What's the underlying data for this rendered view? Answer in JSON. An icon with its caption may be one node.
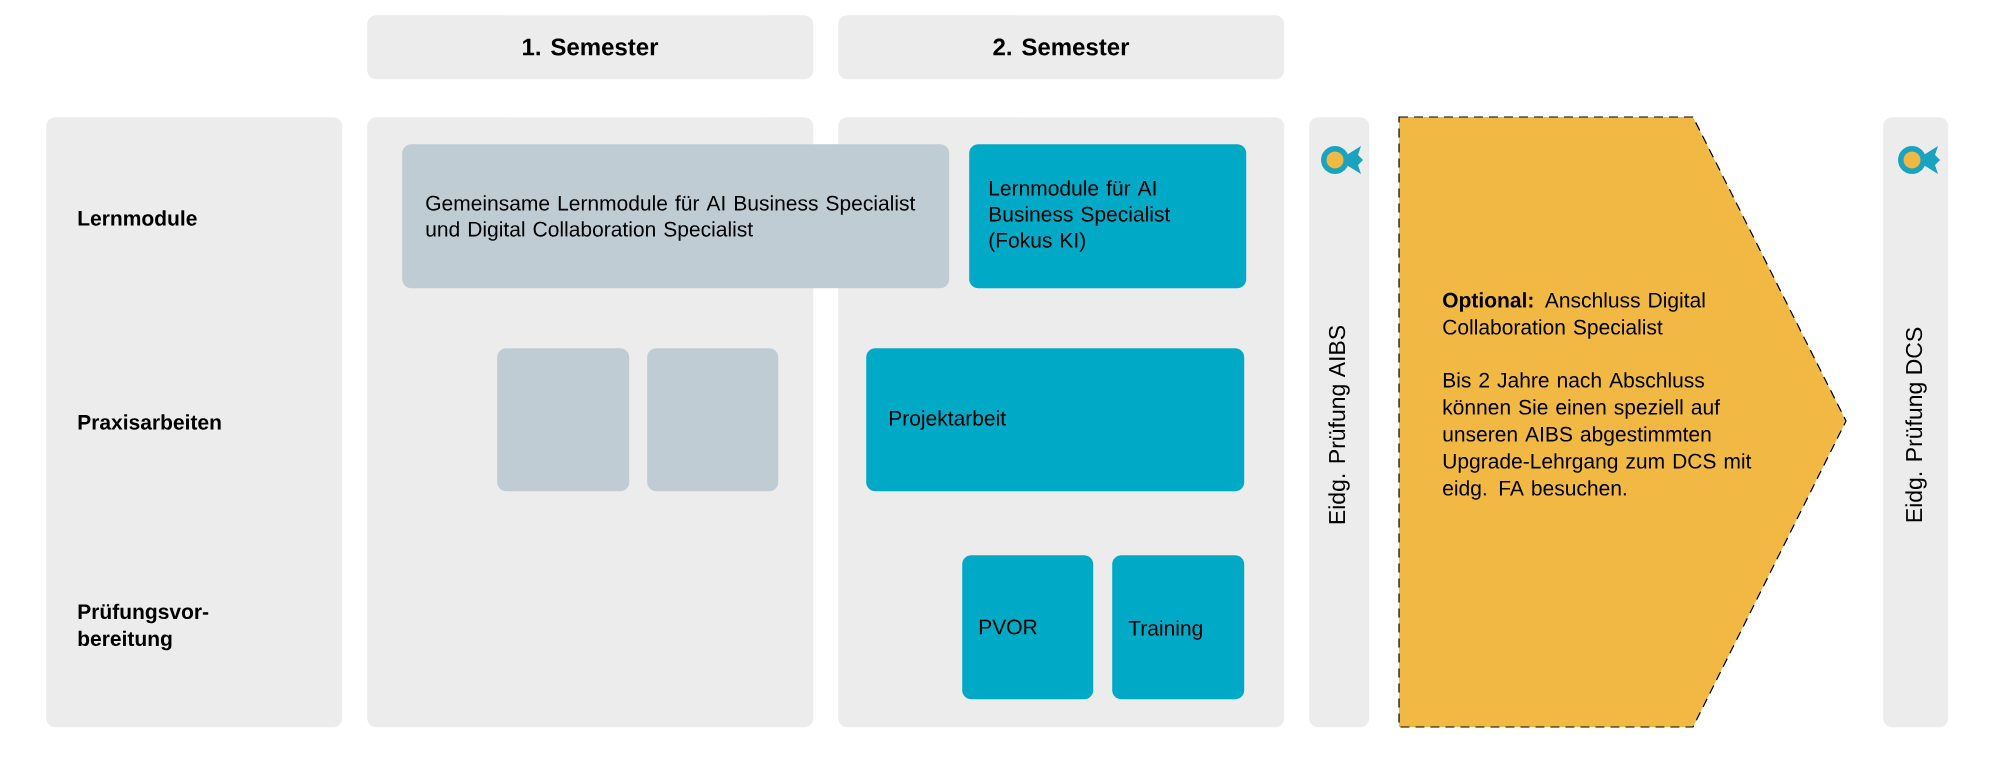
{
  "diagram": {
    "nodes": [
      {
        "text": [
          "1. Semester"
        ]
      },
      {
        "text": [
          "2. Semester"
        ]
      },
      {
        "text": [
          "Lernmodule",
          "Praxisarbeiten",
          "Prüfungsvor-bereitung"
        ]
      },
      {
        "text": [],
        "shape": "box"
      },
      {
        "text": [],
        "shape": "box"
      },
      {
        "text": [
          "Gemeinsame Lernmodule für AI Business Specialist und Digital Collaboration Specialist"
        ]
      },
      {
        "text": [
          "Lernmodule für AI Business Specialist (Fokus KI)"
        ],
        "in": 4
      },
      {
        "text": [],
        "shape": "box",
        "in": 3
      },
      {
        "text": [],
        "shape": "box",
        "in": 3
      },
      {
        "text": [
          "Projektarbeit"
        ],
        "in": 4
      },
      {
        "text": [
          "PVOR"
        ],
        "in": 4
      },
      {
        "text": [
          "Training"
        ],
        "in": 4
      },
      {
        "text": [
          "Eidg. Prüfung AIBS"
        ]
      },
      {
        "text": [
          "**Optional:** Anschluss Digital Collaboration Specialist",
          "Bis 2 Jahre nach Abschluss können Sie einen speziell auf unseren AIBS abgestimmten Upgrade-Lehrgang zum DCS mit eidg. FA besuchen."
        ]
      },
      {
        "text": [
          "Eidg. Prüfung DCS"
        ]
      }
    ],
    "edges": []
  }
}
